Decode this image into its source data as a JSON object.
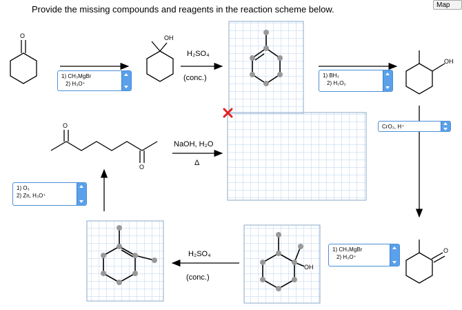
{
  "header": {
    "instruction": "Provide the missing compounds and reagents in the reaction scheme below.",
    "map_label": "Map"
  },
  "step1": {
    "reagent_line1": "1) CH₃MgBr",
    "reagent_line2": "2) H₃O⁺"
  },
  "step2": {
    "reagent": "H₂SO₄",
    "condition": "(conc.)"
  },
  "step3": {
    "reagent_line1": "1) BH₃",
    "reagent_line2": "2) H₂O₂"
  },
  "step4": {
    "reagent": "CrO₃, H⁺"
  },
  "step5": {
    "reagent_line1": "1) CH₃MgBr",
    "reagent_line2": "2) H₃O⁺"
  },
  "step6": {
    "reagent": "H₂SO₄",
    "condition": "(conc.)"
  },
  "step7": {
    "reagent_line1": "1) O₃",
    "reagent_line2": "2) Zn, H₃O⁺"
  },
  "step8": {
    "reagent": "NaOH, H₂O",
    "condition": "Δ"
  },
  "atom_labels": {
    "o": "O",
    "oh": "OH"
  },
  "colors": {
    "accent": "#4a8fd6",
    "grid_line": "#b8d2ec",
    "atom_dot": "#999999",
    "error": "#e02020"
  }
}
